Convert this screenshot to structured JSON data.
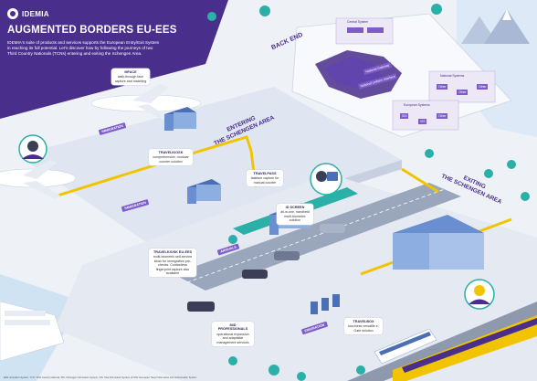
{
  "header": {
    "logo": "IDEMIA",
    "title": "AUGMENTED BORDERS EU-EES",
    "intro": "IDEMIA's suite of products and services supports the European Entry/Exit System in reaching its full potential. Let's discover how by following the journeys of two Third Country Nationals (TCNs) entering and exiting the Schengen Area."
  },
  "areas": {
    "back_end": "BACK END",
    "entering": [
      "ENTERING",
      "THE SCHENGEN AREA"
    ],
    "exiting": [
      "EXITING",
      "THE SCHENGEN AREA"
    ]
  },
  "backend": {
    "central_system": "Central System",
    "national_gateway": "National Gateway",
    "national_uniform_interface": "National Uniform Interface",
    "national_systems": "National Systems",
    "european_systems": "European Systems",
    "nodes": [
      "SIS",
      "VIS",
      "Other",
      "Other",
      "Other",
      "Other",
      "Other",
      "Other"
    ]
  },
  "signs": {
    "immigration": "IMMIGRATION",
    "immigration2": "IMMIGRATION",
    "arrivals": "ARRIVALS",
    "emigration": "EMIGRATION"
  },
  "callouts": [
    {
      "id": "mface",
      "title": "MFACE",
      "text": "walk-through face capture and matching"
    },
    {
      "id": "travelkiosk",
      "title": "TRAVELKIOSK",
      "text": "comprehensive, modular counter solution"
    },
    {
      "id": "travelpass",
      "title": "TRAVELPASS",
      "text": "fastface capture for manual counter"
    },
    {
      "id": "travelkiosk-eu",
      "title": "TRAVELKIOSK EU-EES",
      "text": "multi-biometric self-service kiosk for immigration pre-checks. Contactless fingerprint capture also available"
    },
    {
      "id": "id-screen",
      "title": "ID SCREEN",
      "text": "all-in-one, handheld multi-biometric solution"
    },
    {
      "id": "mid-pro",
      "title": "MID PROFESSIONALS",
      "text": "operational expansion and adaptable management services"
    },
    {
      "id": "travelbox",
      "title": "TRAVELBOX",
      "text": "touchless versatile e-Gate solution"
    }
  ],
  "footer": "EES: Entry/Exit System, TCN: Third Country National, SIS: Schengen Information System, VIS: Visa Information System, ETIAS: European Travel Information and Authorisation System",
  "colors": {
    "purple": "#4a2e8c",
    "accent": "#7e5cc8",
    "yellow": "#f2c400",
    "teal": "#2bb0a7",
    "ground": "#dfe6f1"
  }
}
